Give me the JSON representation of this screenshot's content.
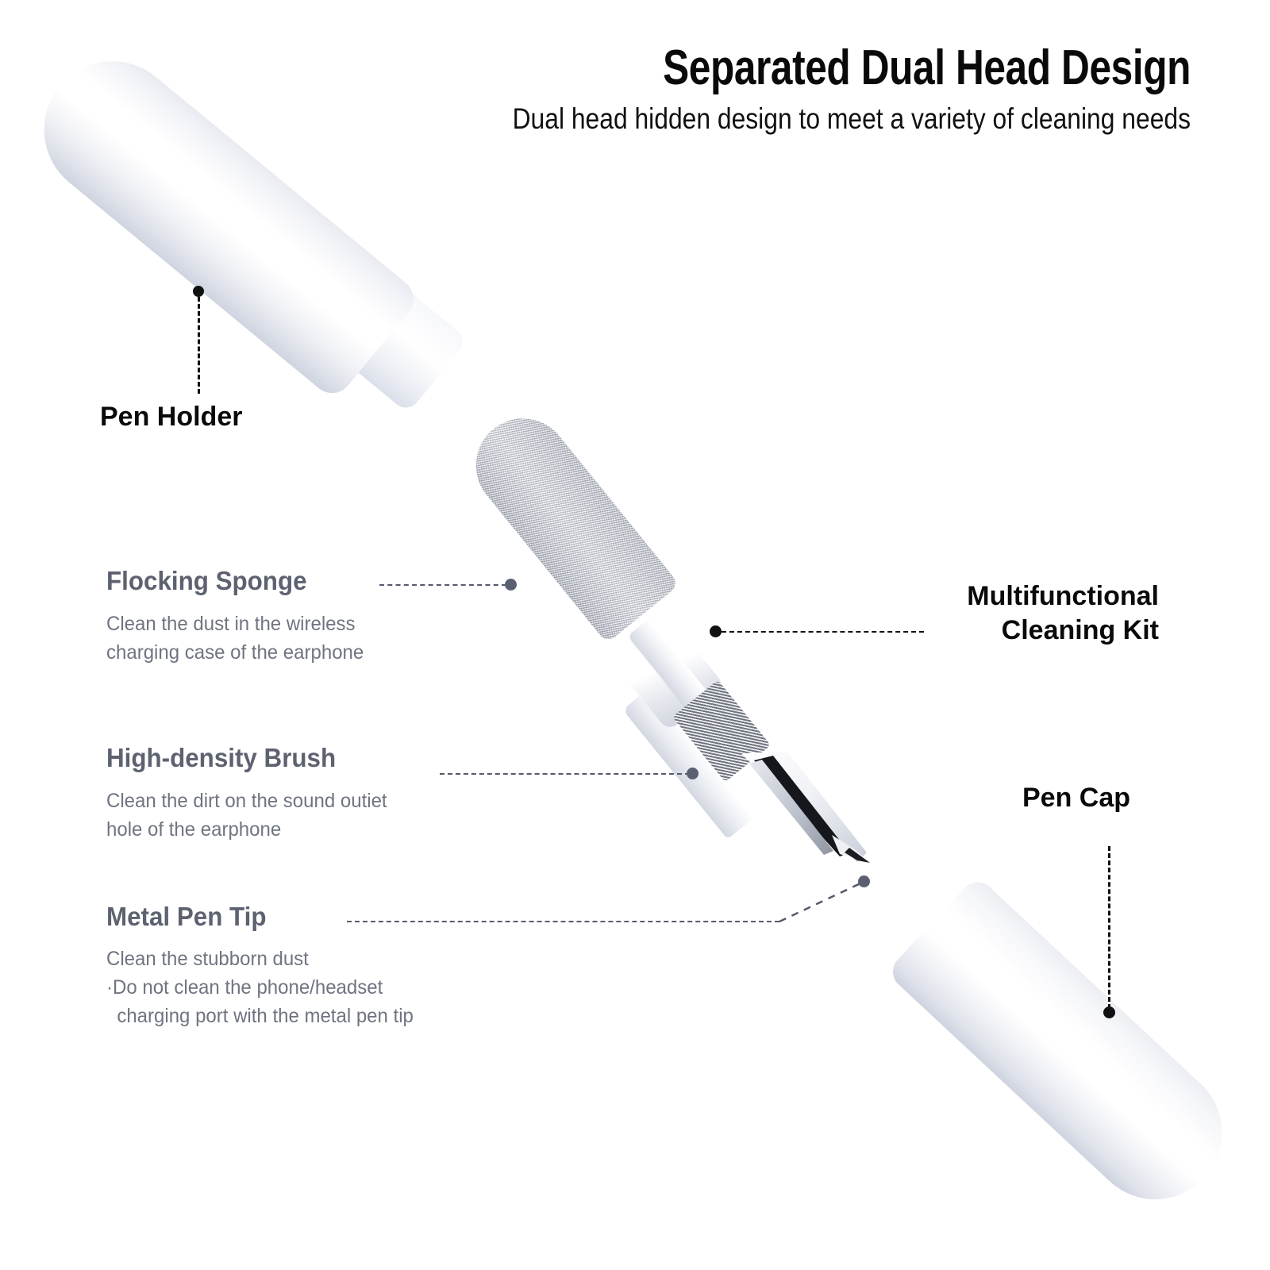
{
  "header": {
    "title": "Separated Dual Head Design",
    "subtitle": "Dual head hidden design to meet a variety of cleaning needs"
  },
  "callouts": [
    {
      "id": "pen-holder",
      "label": "Pen Holder",
      "style": "dark",
      "leader": "vertical-dashed-with-top-dot"
    },
    {
      "id": "flocking-sponge",
      "label": "Flocking Sponge",
      "style": "gray",
      "description_line_1": "Clean the dust in the wireless",
      "description_line_2": "charging case of the earphone",
      "leader": "horizontal-dashed-with-end-dot"
    },
    {
      "id": "high-density-brush",
      "label": "High-density Brush",
      "style": "gray",
      "description_line_1": "Clean the dirt on the sound outiet",
      "description_line_2": "hole of the earphone",
      "leader": "horizontal-dashed-with-end-dot"
    },
    {
      "id": "metal-pen-tip",
      "label": "Metal Pen Tip",
      "style": "gray",
      "description_line_1": "Clean the stubborn dust",
      "description_line_2": "·Do not clean the phone/headset",
      "description_line_3": "  charging port with the metal pen tip",
      "leader": "elbow-dashed-with-end-dot"
    },
    {
      "id": "multifunctional-cleaning-kit",
      "label": "Multifunctional\nCleaning Kit",
      "style": "dark",
      "leader": "horizontal-dashed-with-start-dot"
    },
    {
      "id": "pen-cap",
      "label": "Pen Cap",
      "style": "dark",
      "leader": "vertical-dashed-with-bottom-dot"
    }
  ],
  "colors": {
    "background": "#ffffff",
    "title_text": "#0a0a0a",
    "heading_gray": "#5d6270",
    "body_gray": "#6f7480",
    "leader_line": "#55596a",
    "leader_dot_black": "#111111",
    "leader_dot_gray": "#5b6071",
    "product_white": "#ffffff",
    "sponge_gray": "#c9cdd6",
    "brush_gray": "#6f7480",
    "metal_tip": "#2a2d33"
  },
  "product": {
    "name": "Multifunctional Cleaning Kit pen",
    "parts": [
      "pen-holder",
      "flocking-sponge",
      "collar",
      "high-density-brush",
      "metal-pen-tip",
      "pen-cap"
    ]
  }
}
